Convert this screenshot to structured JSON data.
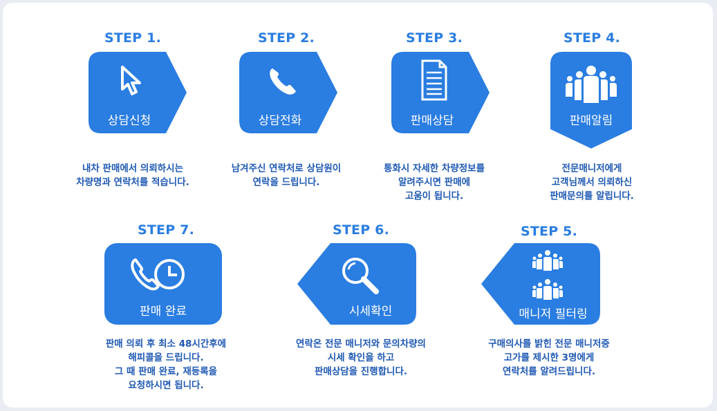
{
  "steps": [
    {
      "id": "1",
      "title": "STEP 1.",
      "label": "상담신청",
      "icon": "cursor-icon",
      "desc": [
        "내차 판매에서 의뢰하시는",
        "차량명과 연락처를 적습니다."
      ]
    },
    {
      "id": "2",
      "title": "STEP 2.",
      "label": "상담전화",
      "icon": "phone-icon",
      "desc": [
        "남겨주신 연락처로 상담원이",
        "연락을 드립니다."
      ]
    },
    {
      "id": "3",
      "title": "STEP 3.",
      "label": "판매상담",
      "icon": "document-icon",
      "desc": [
        "통화시 자세한 차량정보를",
        "알려주시면 판매에",
        "고움이 됩니다."
      ]
    },
    {
      "id": "4",
      "title": "STEP 4.",
      "label": "판매알림",
      "icon": "people-group-icon",
      "desc": [
        "전문매니저에게",
        "고객님께서 의뢰하신",
        "판매문의를 알립니다."
      ]
    },
    {
      "id": "7",
      "title": "STEP 7.",
      "label": "판매 완료",
      "icon": "phone-clock-icon",
      "desc": [
        "판매 의뢰 후 최소 48시간후에",
        "해피콜을 드립니다.",
        "그 때 판매 완료, 재등록을",
        "요청하시면 됩니다."
      ]
    },
    {
      "id": "6",
      "title": "STEP 6.",
      "label": "시세확인",
      "icon": "magnifier-icon",
      "desc": [
        "연락온 전문 매니저와 문의차량의",
        "시세 확인을 하고",
        "판매상담을 진행합니다."
      ]
    },
    {
      "id": "5",
      "title": "STEP 5.",
      "label": "매니저 필터링",
      "icon": "people-filter-icon",
      "desc": [
        "구매의사를 밝힌 전문 매니저중",
        "고가를 제시한 3명에게",
        "연락처를 알려드립니다."
      ]
    }
  ],
  "colors": {
    "accent": "#2a7de1",
    "text": "#1f59b3",
    "background": "#ffffff"
  }
}
